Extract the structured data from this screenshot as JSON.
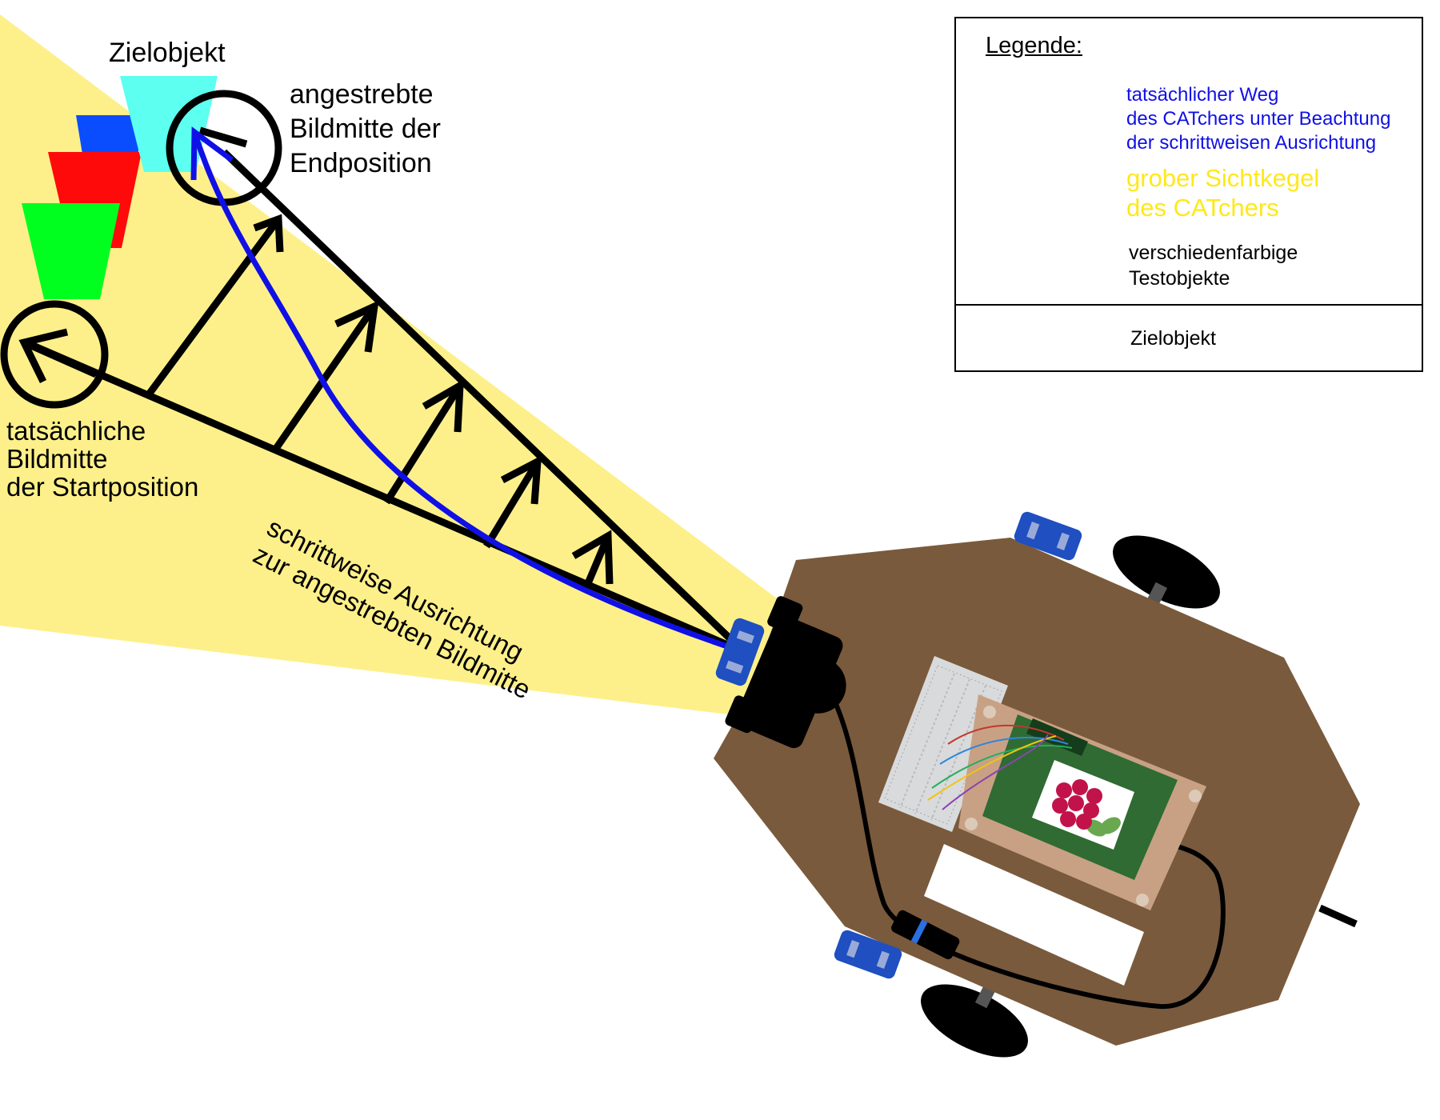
{
  "labels": {
    "target_object": "Zielobjekt",
    "desired_center": [
      "angestrebte",
      "Bildmitte der",
      "Endposition"
    ],
    "actual_center": [
      "tatsächliche",
      "Bildmitte",
      "der Startposition"
    ],
    "stepwise": [
      "schrittweise Ausrichtung",
      "zur angestrebten Bildmitte"
    ]
  },
  "legend": {
    "title": "Legende:",
    "path": [
      "tatsächlicher Weg",
      "des CATchers unter Beachtung",
      "der schrittweisen Ausrichtung"
    ],
    "cone": [
      "grober Sichtkegel",
      "des CATchers"
    ],
    "test_objects": [
      "verschiedenfarbige",
      "Testobjekte"
    ],
    "target": "Zielobjekt"
  },
  "colors": {
    "cone": "#fdf08a",
    "cone_legend": "#ffe81a",
    "path": "#1010e6",
    "robot_body": "#7a5a3c",
    "wheel_blue": "#1f4fc0",
    "obj_green": "#00ff1e",
    "obj_red": "#ff0a0a",
    "obj_blue": "#0a4dff",
    "obj_cyan": "#5cfff0",
    "pcb_green": "#2f6b33",
    "rpi_red": "#c2124a"
  },
  "icons": [
    "arrow-icon",
    "raspberry-logo-icon",
    "camera-icon"
  ]
}
